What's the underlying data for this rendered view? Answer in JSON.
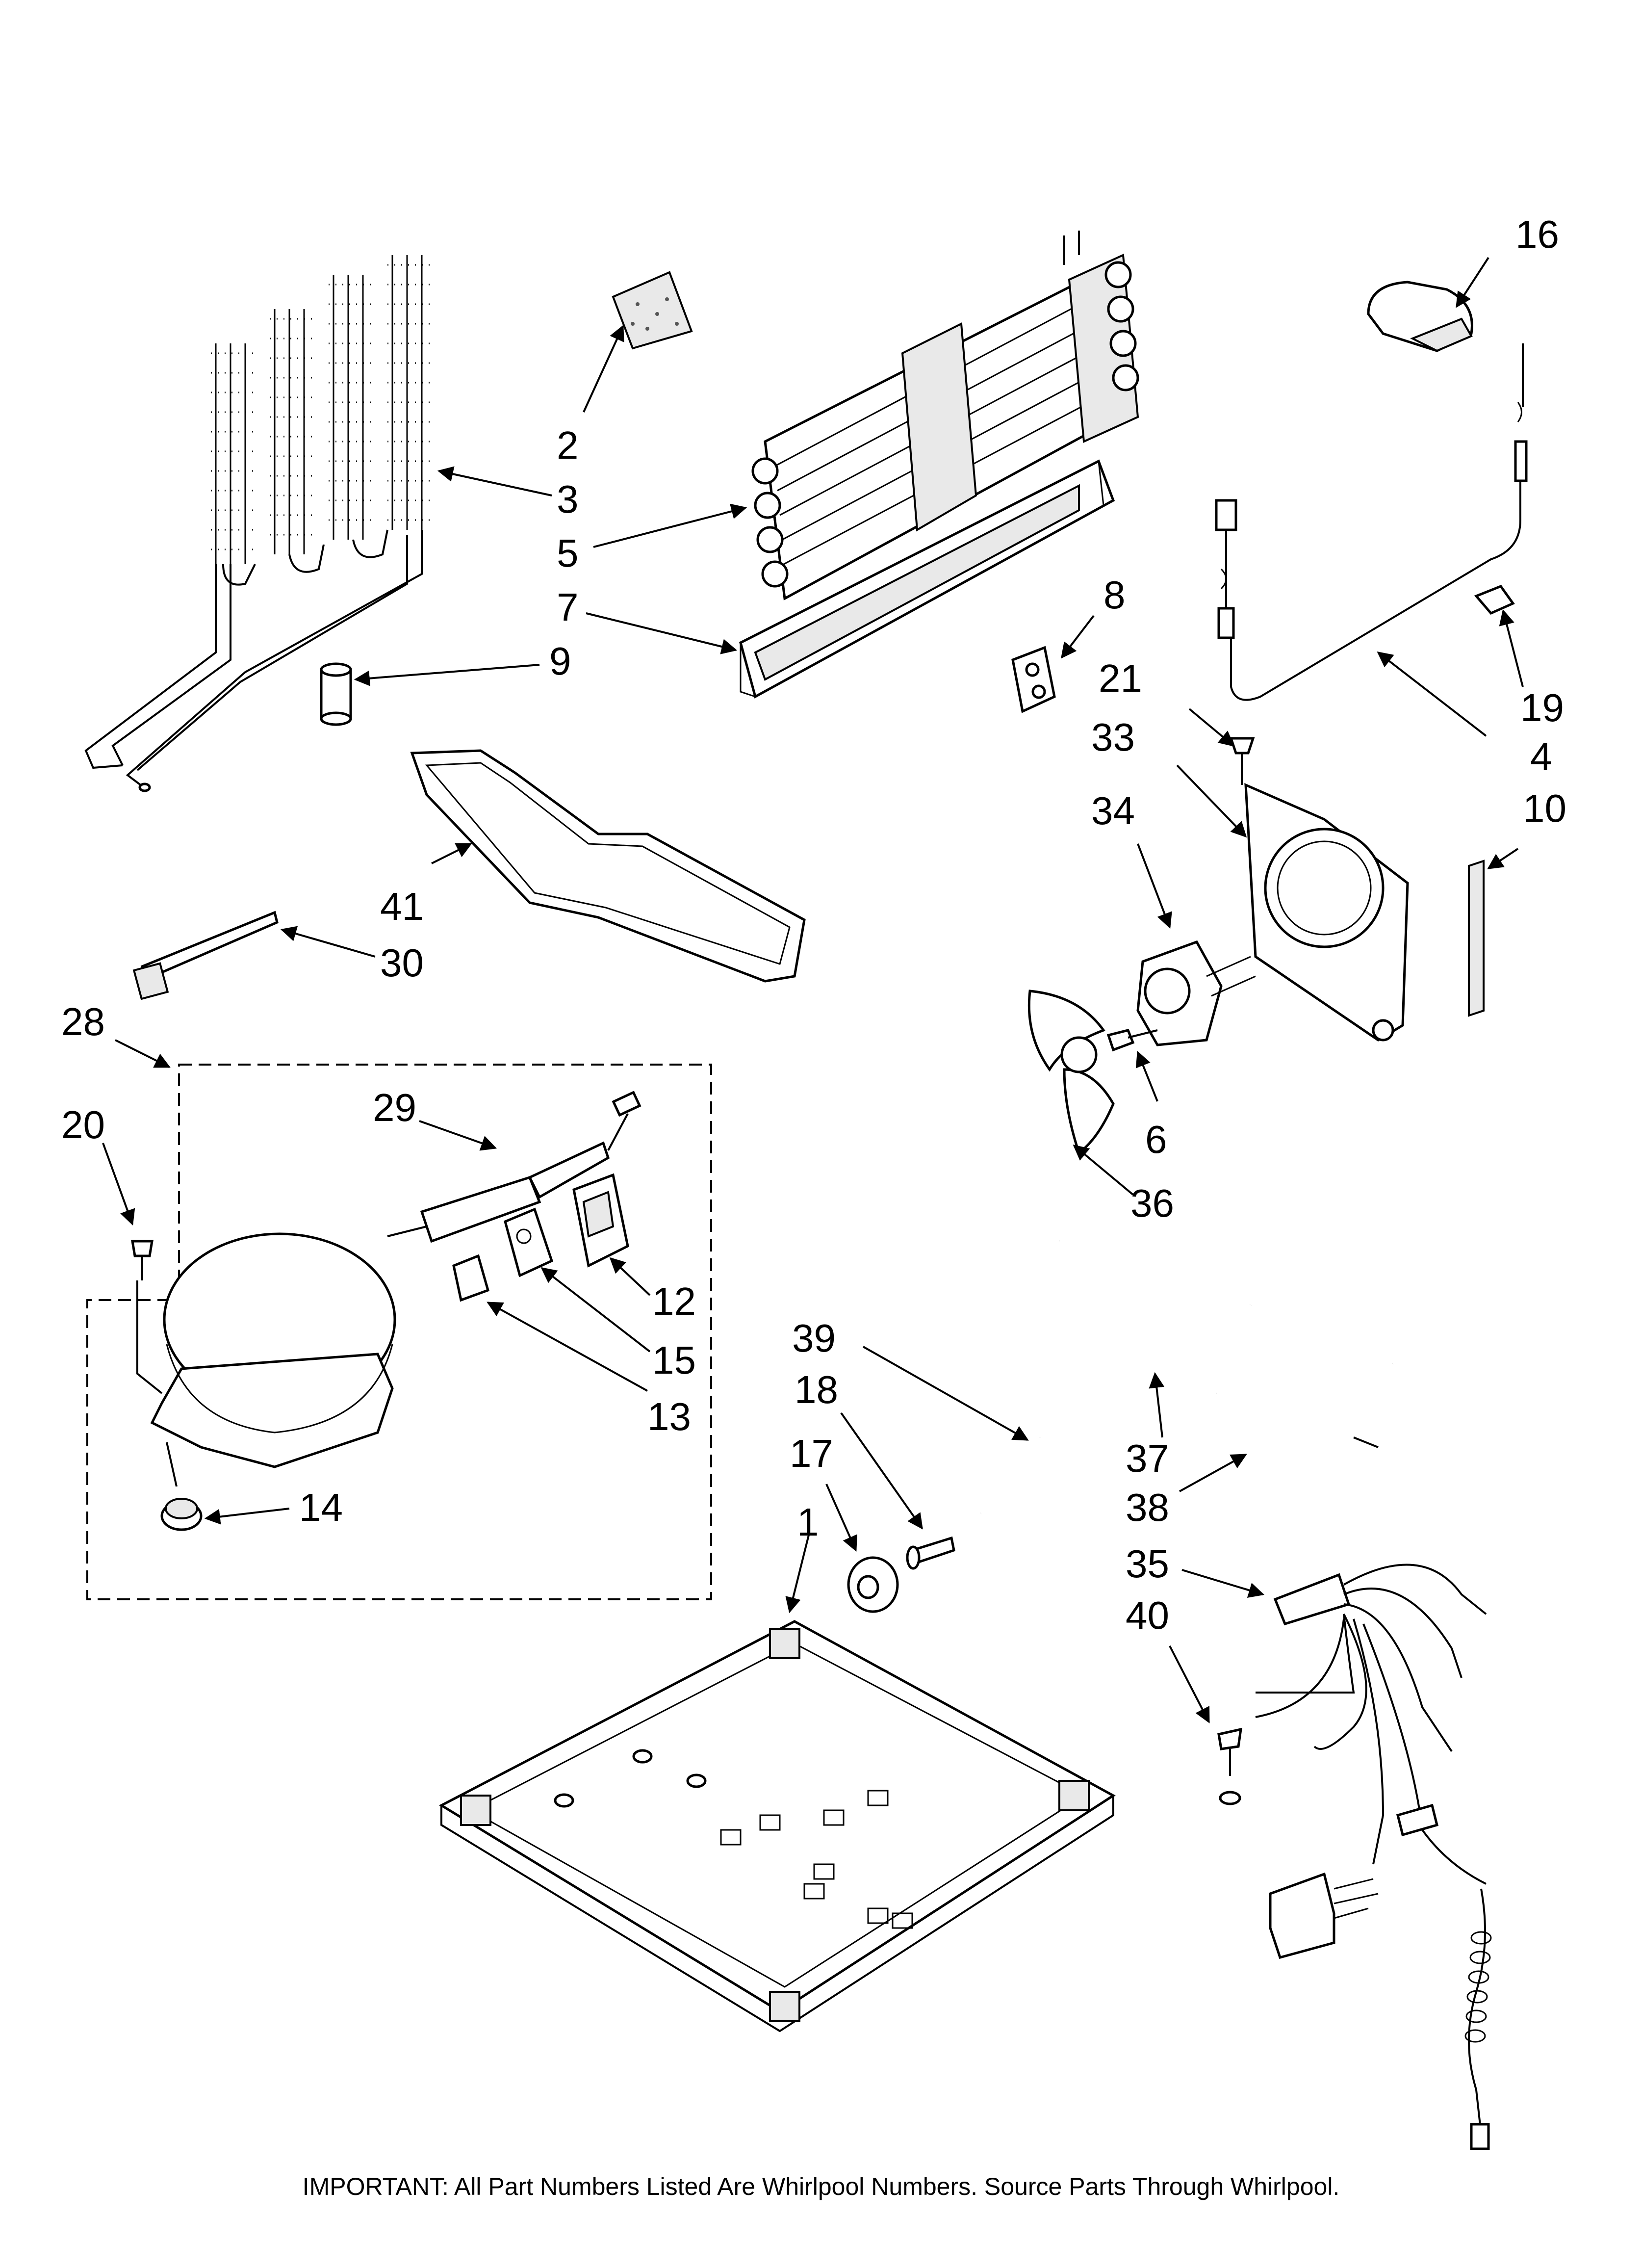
{
  "callouts": [
    "1",
    "2",
    "3",
    "4",
    "5",
    "6",
    "7",
    "8",
    "9",
    "10",
    "12",
    "13",
    "14",
    "15",
    "16",
    "17",
    "18",
    "19",
    "20",
    "21",
    "28",
    "29",
    "30",
    "33",
    "34",
    "35",
    "36",
    "37",
    "38",
    "39",
    "40",
    "41"
  ],
  "footer_note": "IMPORTANT: All Part Numbers Listed Are Whirlpool Numbers. Source Parts Through Whirlpool."
}
